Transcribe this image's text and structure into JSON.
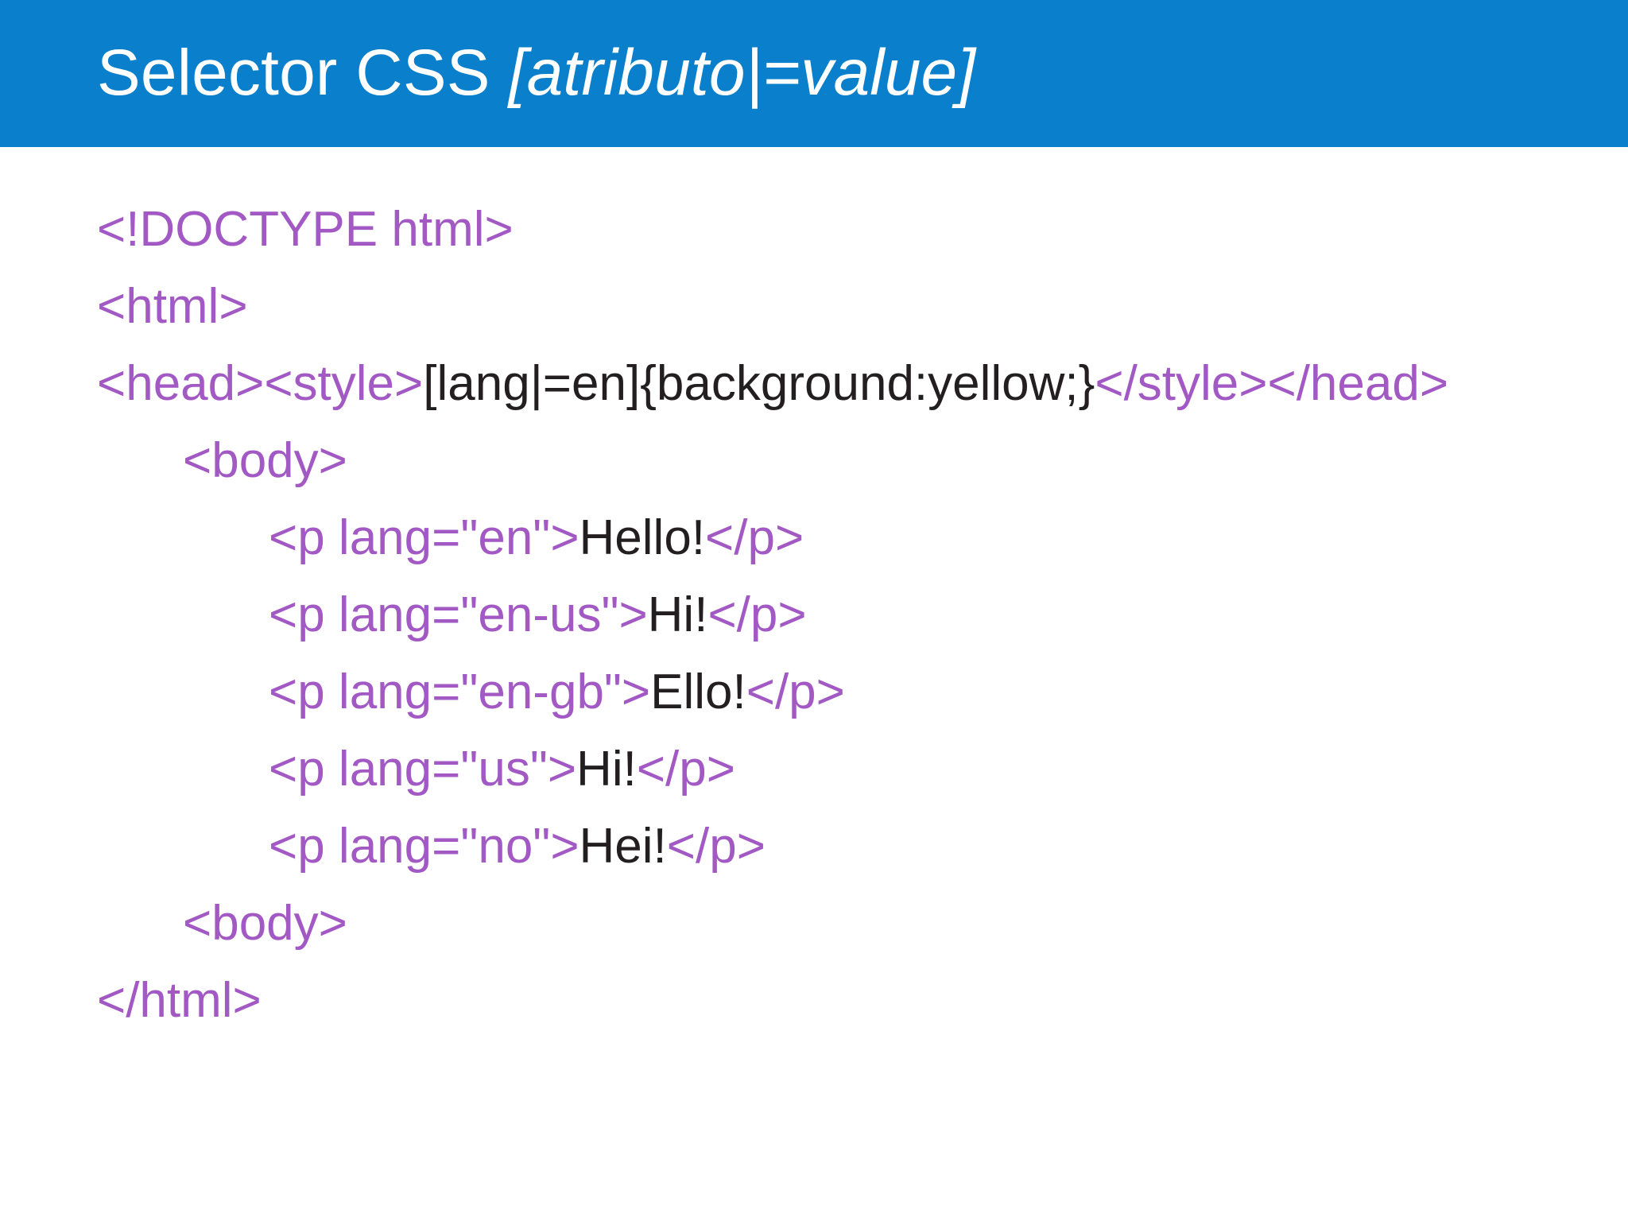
{
  "slide": {
    "title": {
      "plain": "Selector CSS ",
      "emphasis": "[atributo|=value]"
    },
    "header_color": "#0a80cc",
    "title_color": "#ffffff",
    "background_color": "#ffffff",
    "tag_color": "#a259c4",
    "text_color": "#231f20",
    "code": {
      "lines": [
        {
          "indent": 0,
          "segments": [
            {
              "kind": "tag",
              "text": "<!DOCTYPE html>"
            }
          ]
        },
        {
          "indent": 0,
          "segments": [
            {
              "kind": "tag",
              "text": "<html>"
            }
          ]
        },
        {
          "indent": 0,
          "segments": [
            {
              "kind": "tag",
              "text": "<head><style>"
            },
            {
              "kind": "txt",
              "text": "[lang|=en]{background:yellow;}"
            },
            {
              "kind": "tag",
              "text": "</style></head>"
            }
          ]
        },
        {
          "indent": 1,
          "segments": [
            {
              "kind": "tag",
              "text": "<body>"
            }
          ]
        },
        {
          "indent": 2,
          "segments": [
            {
              "kind": "tag",
              "text": "<p lang=\"en\">"
            },
            {
              "kind": "txt",
              "text": "Hello!"
            },
            {
              "kind": "tag",
              "text": "</p>"
            }
          ]
        },
        {
          "indent": 2,
          "segments": [
            {
              "kind": "tag",
              "text": "<p lang=\"en-us\">"
            },
            {
              "kind": "txt",
              "text": "Hi!"
            },
            {
              "kind": "tag",
              "text": "</p>"
            }
          ]
        },
        {
          "indent": 2,
          "segments": [
            {
              "kind": "tag",
              "text": "<p lang=\"en-gb\">"
            },
            {
              "kind": "txt",
              "text": "Ello!"
            },
            {
              "kind": "tag",
              "text": "</p>"
            }
          ]
        },
        {
          "indent": 2,
          "segments": [
            {
              "kind": "tag",
              "text": "<p lang=\"us\">"
            },
            {
              "kind": "txt",
              "text": "Hi!"
            },
            {
              "kind": "tag",
              "text": "</p>"
            }
          ]
        },
        {
          "indent": 2,
          "segments": [
            {
              "kind": "tag",
              "text": "<p lang=\"no\">"
            },
            {
              "kind": "txt",
              "text": "Hei!"
            },
            {
              "kind": "tag",
              "text": "</p>"
            }
          ]
        },
        {
          "indent": 1,
          "segments": [
            {
              "kind": "tag",
              "text": "<body>"
            }
          ]
        },
        {
          "indent": 0,
          "segments": [
            {
              "kind": "tag",
              "text": "</html>"
            }
          ]
        }
      ]
    }
  }
}
